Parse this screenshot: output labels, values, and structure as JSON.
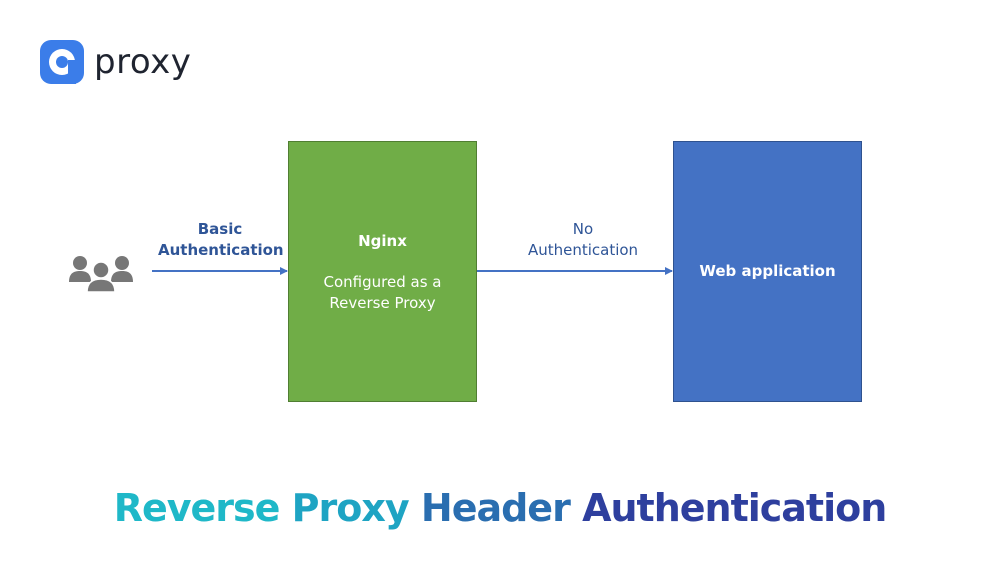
{
  "logo": {
    "text": "proxy",
    "icon": "proxy-logo-icon",
    "color": "#3b7de9"
  },
  "diagram": {
    "users_icon": "users-group-icon",
    "edges": [
      {
        "label_lines": [
          "Basic",
          "Authentication"
        ]
      },
      {
        "label_lines": [
          "No",
          "Authentication"
        ]
      }
    ],
    "nginx": {
      "title": "Nginx",
      "subtitle_lines": [
        "Configured as a",
        "Reverse Proxy"
      ],
      "color": "#70ad47"
    },
    "web_app": {
      "title": "Web application",
      "color": "#4472c4"
    },
    "arrow_color": "#4472c4"
  },
  "heading": {
    "words": [
      "Reverse",
      "Proxy",
      "Header",
      "Authentication"
    ],
    "colors": [
      "#1fb8c8",
      "#1ea4c3",
      "#2a6eb0",
      "#2e3f9e"
    ]
  }
}
